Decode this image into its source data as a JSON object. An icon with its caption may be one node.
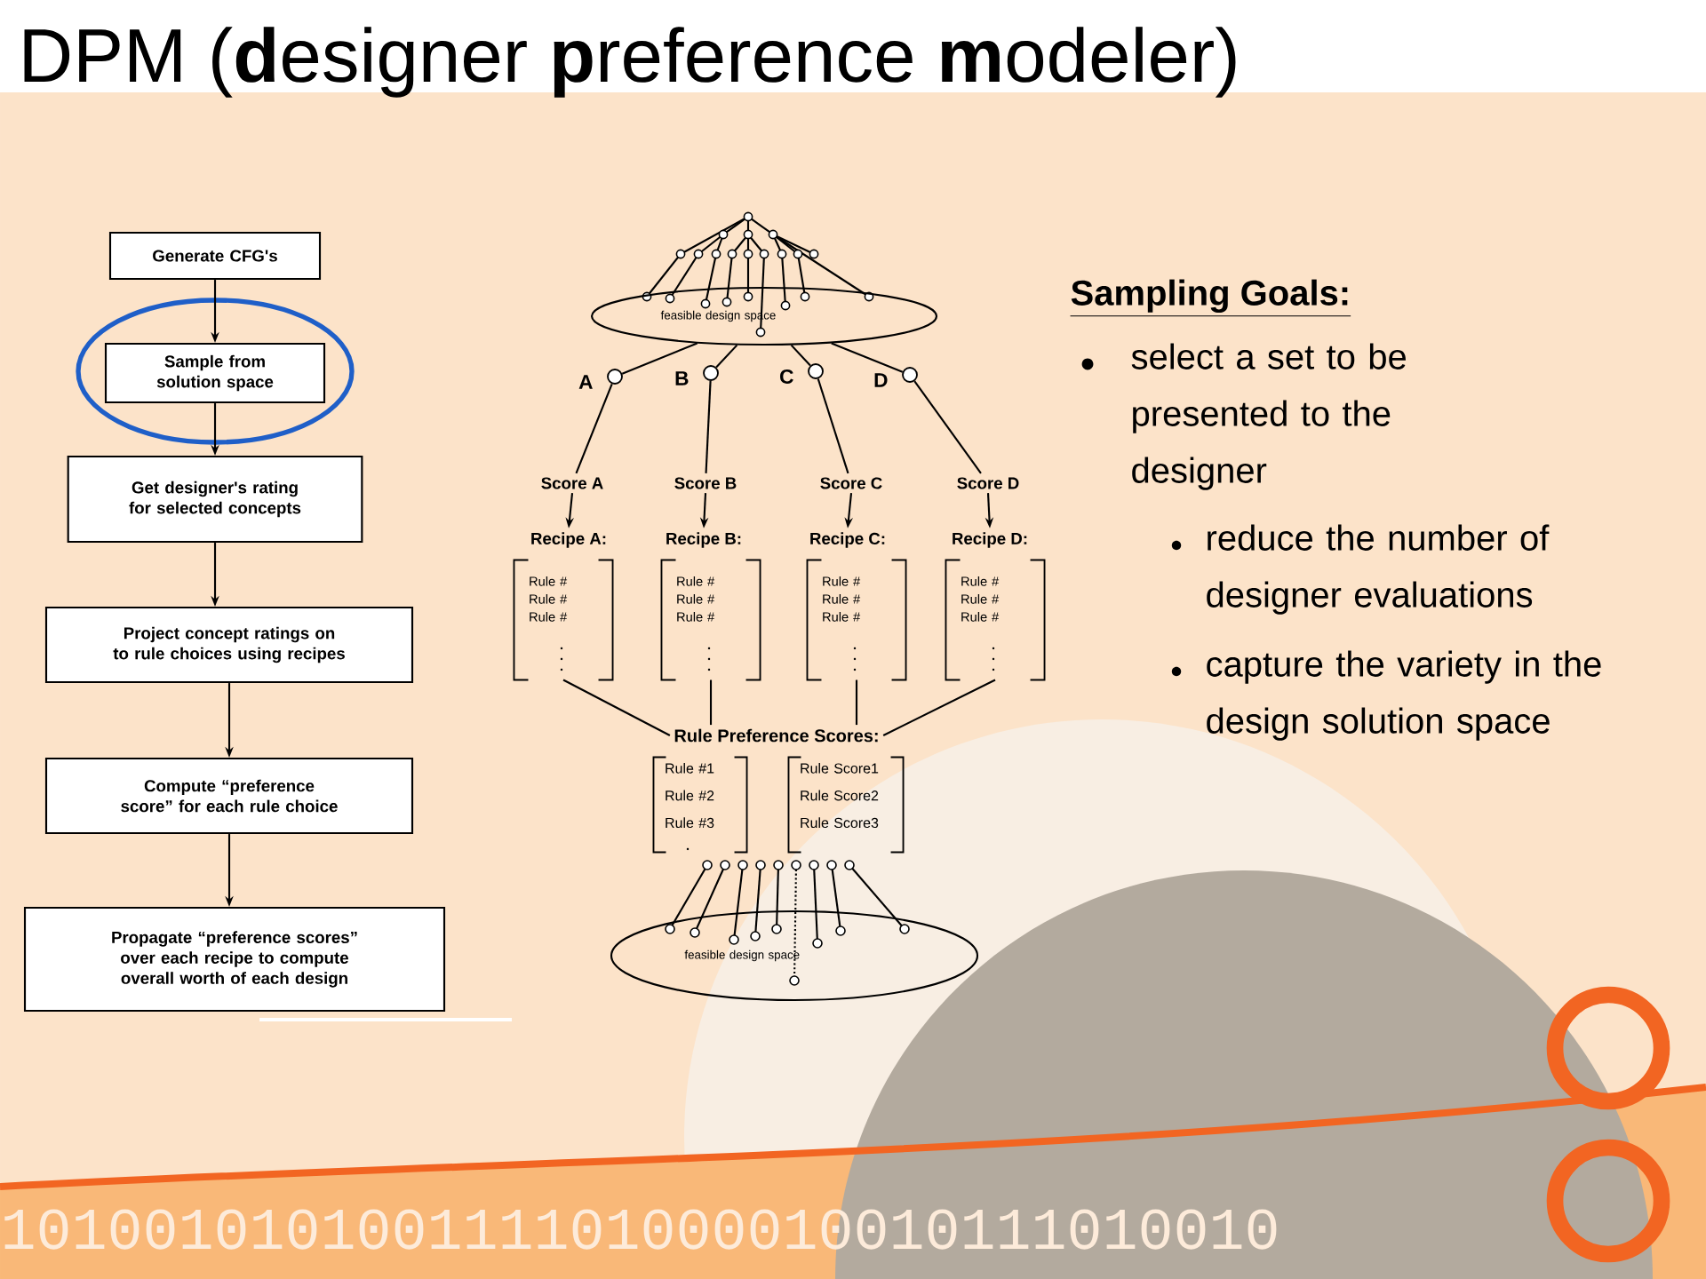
{
  "diagram": {
    "title": "DPM (**d**esigner **p**reference **m**odeler)",
    "nodes": [
      {
        "text": [
          "Generate CFG's"
        ]
      },
      {
        "text": [
          "Sample from solution space"
        ]
      },
      {
        "text": [
          "Get designer's rating for selected concepts"
        ]
      },
      {
        "text": [
          "Project concept ratings on to rule choices using recipes"
        ]
      },
      {
        "text": [
          "Compute “preference score” for each rule choice"
        ]
      },
      {
        "text": [
          "Propagate “preference scores” over each recipe to compute overall worth of each design"
        ]
      },
      {
        "text": [
          "feasible design space"
        ]
      },
      {
        "text": [],
        "shape": "circle",
        "beside": [
          "A"
        ]
      },
      {
        "text": [],
        "shape": "circle",
        "beside": [
          "B"
        ]
      },
      {
        "text": [],
        "shape": "circle",
        "beside": [
          "C"
        ]
      },
      {
        "text": [],
        "shape": "circle",
        "beside": [
          "D"
        ]
      },
      {
        "text": [
          "Score A"
        ]
      },
      {
        "text": [
          "Score B"
        ]
      },
      {
        "text": [
          "Score C"
        ]
      },
      {
        "text": [
          "Score D"
        ]
      },
      {
        "text": [
          "Recipe A:",
          "Rule # Rule # Rule #"
        ]
      },
      {
        "text": [
          "Recipe B:",
          "Rule # Rule # Rule #"
        ]
      },
      {
        "text": [
          "Recipe C:",
          "Rule # Rule # Rule #"
        ]
      },
      {
        "text": [
          "Recipe D:",
          "Rule # Rule # Rule #"
        ]
      },
      {
        "text": [
          "Rule Preference Scores:"
        ]
      },
      {
        "text": [
          "Rule #1 Rule #2 Rule #3"
        ]
      },
      {
        "text": [
          "Rule Score1 Rule Score2 Rule Score3"
        ]
      },
      {
        "text": [
          "feasible design space"
        ]
      }
    ],
    "edges": [
      {
        "from": 0,
        "to": 1,
        "arrow": "to"
      },
      {
        "from": 1,
        "to": 2,
        "arrow": "to"
      },
      {
        "from": 2,
        "to": 3,
        "arrow": "to"
      },
      {
        "from": 3,
        "to": 4,
        "arrow": "to"
      },
      {
        "from": 4,
        "to": 5,
        "arrow": "to"
      },
      {
        "from": 6,
        "to": 7,
        "arrow": "none"
      },
      {
        "from": 6,
        "to": 8,
        "arrow": "none"
      },
      {
        "from": 6,
        "to": 9,
        "arrow": "none"
      },
      {
        "from": 6,
        "to": 10,
        "arrow": "none"
      },
      {
        "from": 7,
        "to": 11,
        "arrow": "none"
      },
      {
        "from": 8,
        "to": 12,
        "arrow": "none"
      },
      {
        "from": 9,
        "to": 13,
        "arrow": "none"
      },
      {
        "from": 10,
        "to": 14,
        "arrow": "none"
      },
      {
        "from": 11,
        "to": 15,
        "arrow": "to"
      },
      {
        "from": 12,
        "to": 16,
        "arrow": "to"
      },
      {
        "from": 13,
        "to": 17,
        "arrow": "to"
      },
      {
        "from": 14,
        "to": 18,
        "arrow": "to"
      },
      {
        "from": 15,
        "to": 19,
        "arrow": "none"
      },
      {
        "from": 16,
        "to": 19,
        "arrow": "none"
      },
      {
        "from": 17,
        "to": 19,
        "arrow": "none"
      },
      {
        "from": 18,
        "to": 19,
        "arrow": "none"
      }
    ],
    "labels": [
      "Sampling Goals:",
      "select a set to be presented to the designer",
      "reduce the number of designer evaluations",
      "capture the variety in the design solution space",
      "101001010100111101000010010111010010"
    ]
  }
}
